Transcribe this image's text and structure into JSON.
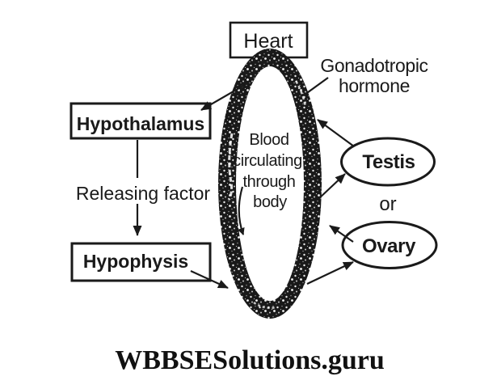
{
  "diagram": {
    "background_color": "#ffffff",
    "ink_color": "#1a1a1a",
    "nodes": {
      "heart": {
        "label": "Heart"
      },
      "hypothalamus": {
        "label": "Hypothalamus"
      },
      "hypophysis": {
        "label": "Hypophysis"
      },
      "testis": {
        "label": "Testis"
      },
      "ovary": {
        "label": "Ovary"
      }
    },
    "labels": {
      "gonadotropic": {
        "line1": "Gonadotropic",
        "line2": "hormone"
      },
      "releasing_factor": "Releasing factor",
      "conjunction": "or",
      "blood": {
        "line1": "Blood",
        "line2": "circulating",
        "line3": "through",
        "line4": "body"
      }
    },
    "watermark": "WBBSESolutions.guru"
  }
}
